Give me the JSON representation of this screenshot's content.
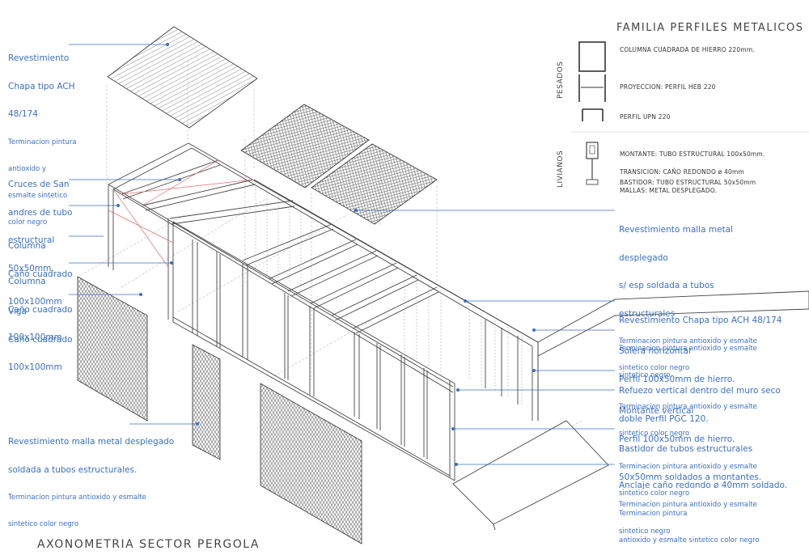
{
  "title": "AXONOMETRIA SECTOR PERGOLA",
  "legend": {
    "title": "FAMILIA PERFILES METALICOS",
    "group_heavy": "PESADOS",
    "group_light": "LIVIANOS",
    "heavy_items": [
      "COLUMNA CUADRADA DE HIERRO 220mm.",
      "PROYECCION: PERFIL HEB 220",
      "PERFIL UPN 220"
    ],
    "light_items": [
      "MONTANTE: TUBO ESTRUCTURAL 100x50mm.",
      "TRANSICION: CAÑO REDONDO ø 40mm",
      "BASTIDOR: TUBO ESTRUCTURAL 50x50mm",
      "MALLAS: METAL DESPLEGADO."
    ]
  },
  "left_labels": {
    "revestimiento_top": {
      "lines": [
        "Revestimiento",
        "Chapa tipo ACH",
        "48/174"
      ],
      "note": [
        "Terminacion pintura",
        "antioxido y",
        "esmalte sintetico",
        "color negro"
      ]
    },
    "cruces": {
      "lines": [
        "Cruces de San",
        "andres de tubo",
        "estructural",
        "50x50mm."
      ]
    },
    "columna1": {
      "lines": [
        "Columna",
        "Caño cuadrado",
        "100x100mm"
      ]
    },
    "columna2": {
      "lines": [
        "Columna",
        "Caño cuadrado",
        "100x100mm"
      ]
    },
    "viga": {
      "lines": [
        "Viga",
        "Caño cuadrado",
        "100x100mm"
      ]
    },
    "malla_bottom": {
      "lines": [
        "Revestimiento malla metal desplegado",
        "soldada a tubos estructurales."
      ],
      "note": [
        "Terminacion pintura antioxido y esmalte",
        "sintetico color negro"
      ]
    }
  },
  "right_labels": {
    "malla": {
      "lines": [
        "Revestimiento malla metal",
        "desplegado",
        "s/ esp soldada a tubos",
        "estructurales"
      ],
      "note": [
        "Terminacion pintura antioxido y esmalte",
        "sintetico color negro"
      ]
    },
    "chapa": {
      "lines": [
        "Revestimiento Chapa tipo ACH 48/174"
      ],
      "note": [
        "Terminacion pintura antioxido y esmalte",
        "sintetico negro."
      ]
    },
    "solera": {
      "lines": [
        "Solera horizontal",
        "Perfil 100x50mm de hierro."
      ],
      "note": [
        "Terminacion pintura antioxido y esmalte",
        "sintetico color negro"
      ]
    },
    "refuerzo": {
      "lines": [
        "Refuezo vertical dentro del muro seco",
        "doble Perfil PGC 120."
      ]
    },
    "montante": {
      "lines": [
        "Montante vertical",
        "Perfil 100x50mm de hierro."
      ],
      "note": [
        "Terminacion pintura antioxido y esmalte",
        "sintetico color negro"
      ]
    },
    "bastidor": {
      "lines": [
        "Bastidor de tubos estructurales",
        "50x50mm soldados a montantes."
      ],
      "note": [
        "Terminacion pintura antioxido y esmalte",
        "sintetico negro"
      ]
    },
    "anclaje": {
      "lines": [
        "Anclaje caño redondo ø 40mm soldado."
      ],
      "note": [
        "Terminacion pintura",
        "antioxido y esmalte sintetico color negro"
      ]
    }
  },
  "colors": {
    "annotation": "#3a6fc4",
    "line": "#444444",
    "guide": "#bbbbbb",
    "cross": "#e07070"
  }
}
